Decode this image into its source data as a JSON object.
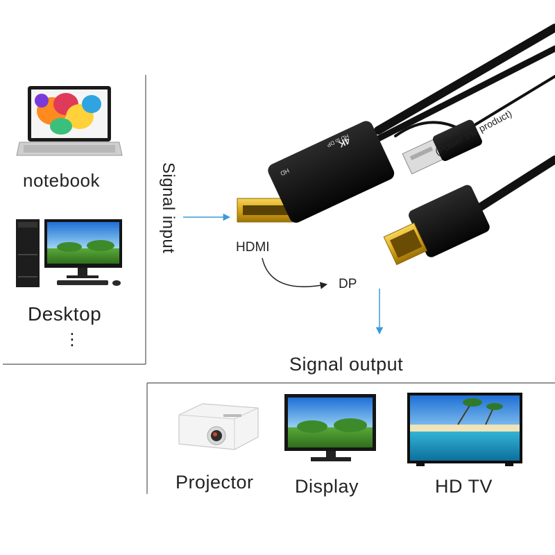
{
  "sources": {
    "notebook_label": "notebook",
    "desktop_label": "Desktop",
    "more_label": "⋮"
  },
  "signal_input_label": "Signal input",
  "connectors": {
    "hdmi_label": "HDMI",
    "dp_label": "DP",
    "usb_note": "(Power the product)",
    "hdmi_body_text": "HD to DP",
    "hdmi_badge": "4K",
    "hdmi_logo": "HD"
  },
  "signal_output_label": "Signal output",
  "outputs": {
    "projector_label": "Projector",
    "display_label": "Display",
    "hdtv_label": "HD TV"
  },
  "colors": {
    "arrow": "#3a9bd9",
    "cable": "#111111",
    "gold": "#d9a514",
    "frame_line": "#555555"
  }
}
